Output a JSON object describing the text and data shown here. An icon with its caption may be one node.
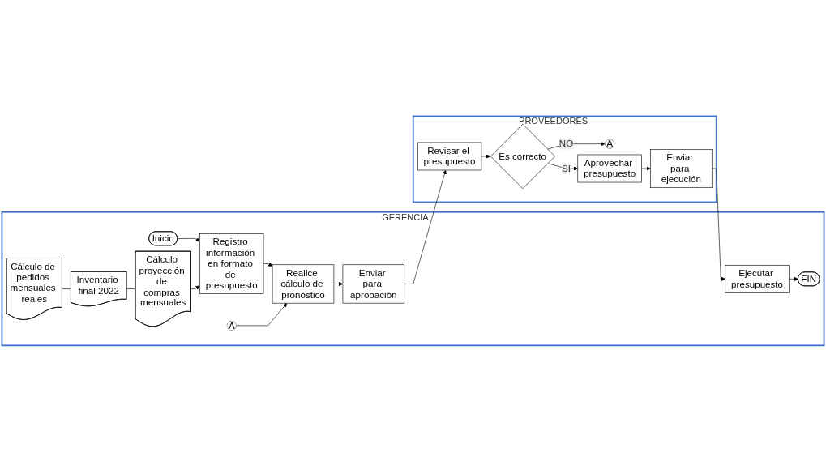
{
  "diagram": {
    "nodes": [
      {
        "text": [
          "GERENCIA"
        ]
      },
      {
        "text": [
          "Inicio"
        ],
        "in": 0
      },
      {
        "text": [
          "Registro información en formato de presupuesto"
        ],
        "in": 0
      },
      {
        "text": [
          "Cálculo proyección de compras mensuales"
        ],
        "in": 0
      },
      {
        "text": [
          "Inventario final 2022"
        ],
        "in": 0
      },
      {
        "text": [
          "Cálculo de pedidos mensuales reales"
        ],
        "in": 0
      },
      {
        "text": [
          "A"
        ],
        "in": 0
      },
      {
        "text": [
          "Realice cálculo de pronóstico"
        ],
        "in": 0
      },
      {
        "text": [
          "Enviar para aprobación"
        ],
        "in": 0
      },
      {
        "text": [
          "Ejecutar presupuesto"
        ],
        "in": 0
      },
      {
        "text": [
          "FIN"
        ],
        "in": 0
      },
      {
        "text": [
          "PROVEEDORES"
        ]
      },
      {
        "text": [
          "Revisar el presupuesto"
        ],
        "in": 11
      },
      {
        "text": [
          "Es correcto"
        ],
        "in": 11
      },
      {
        "text": [
          "A"
        ],
        "in": 11
      },
      {
        "text": [
          "Aprovechar presupuesto"
        ],
        "in": 11
      },
      {
        "text": [
          "Enviar para ejecución"
        ],
        "in": 11
      }
    ],
    "edges": [
      {
        "from": 1,
        "to": 2,
        "arrow": "to"
      },
      {
        "from": 3,
        "to": 2,
        "arrow": "to"
      },
      {
        "from": 4,
        "to": 3,
        "arrow": "none"
      },
      {
        "from": 5,
        "to": 4,
        "arrow": "none"
      },
      {
        "from": 2,
        "to": 7,
        "arrow": "to"
      },
      {
        "from": 6,
        "to": 7,
        "arrow": "to"
      },
      {
        "from": 7,
        "to": 8,
        "arrow": "to"
      },
      {
        "from": 8,
        "to": 12,
        "arrow": "to"
      },
      {
        "from": 12,
        "to": 13,
        "arrow": "to"
      },
      {
        "from": 13,
        "to": 14,
        "label": "NO",
        "arrow": "to"
      },
      {
        "from": 13,
        "to": 15,
        "label": "SI",
        "arrow": "to"
      },
      {
        "from": 15,
        "to": 16,
        "arrow": "to"
      },
      {
        "from": 16,
        "to": 9,
        "arrow": "to"
      },
      {
        "from": 9,
        "to": 10,
        "arrow": "to"
      }
    ]
  }
}
